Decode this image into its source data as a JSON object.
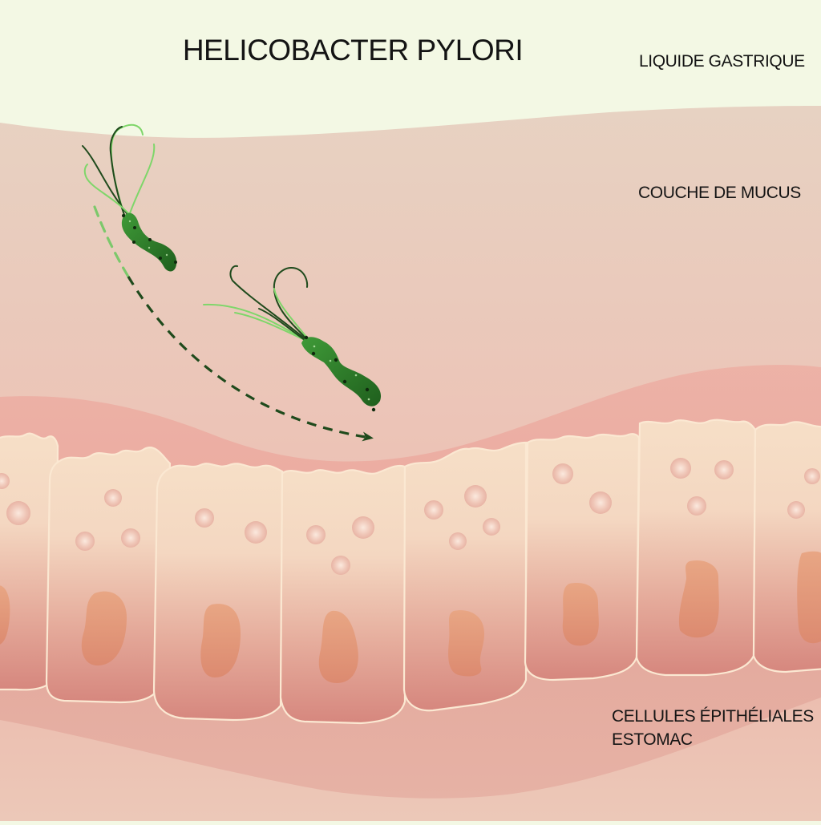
{
  "diagram": {
    "title": "HELICOBACTER PYLORI",
    "layers": [
      {
        "id": "gastric-fluid",
        "label": "LIQUIDE GASTRIQUE",
        "color": "#f3f8e4"
      },
      {
        "id": "mucus-layer",
        "label": "COUCHE DE MUCUS",
        "color": "#e9cdbf"
      },
      {
        "id": "epithelial-cells",
        "label_line1": "CELLULES ÉPITHÉLIALES",
        "label_line2": "ESTOMAC",
        "color": "#f6dec6"
      }
    ],
    "organisms": [
      {
        "name": "helicobacter-pylori-bacterium",
        "count": 2,
        "color": "#2f7d2c",
        "flagella_color": "#7fd66a"
      }
    ],
    "annotations": [
      {
        "type": "dashed-arrow",
        "meaning": "migration path through mucus toward epithelium",
        "color": "#1f4a1c"
      }
    ],
    "colors": {
      "cell_outline": "#fbe8d2",
      "nucleus": "#de8f72",
      "granule": "#eec0b0",
      "tissue_dark": "#d98a82"
    }
  }
}
